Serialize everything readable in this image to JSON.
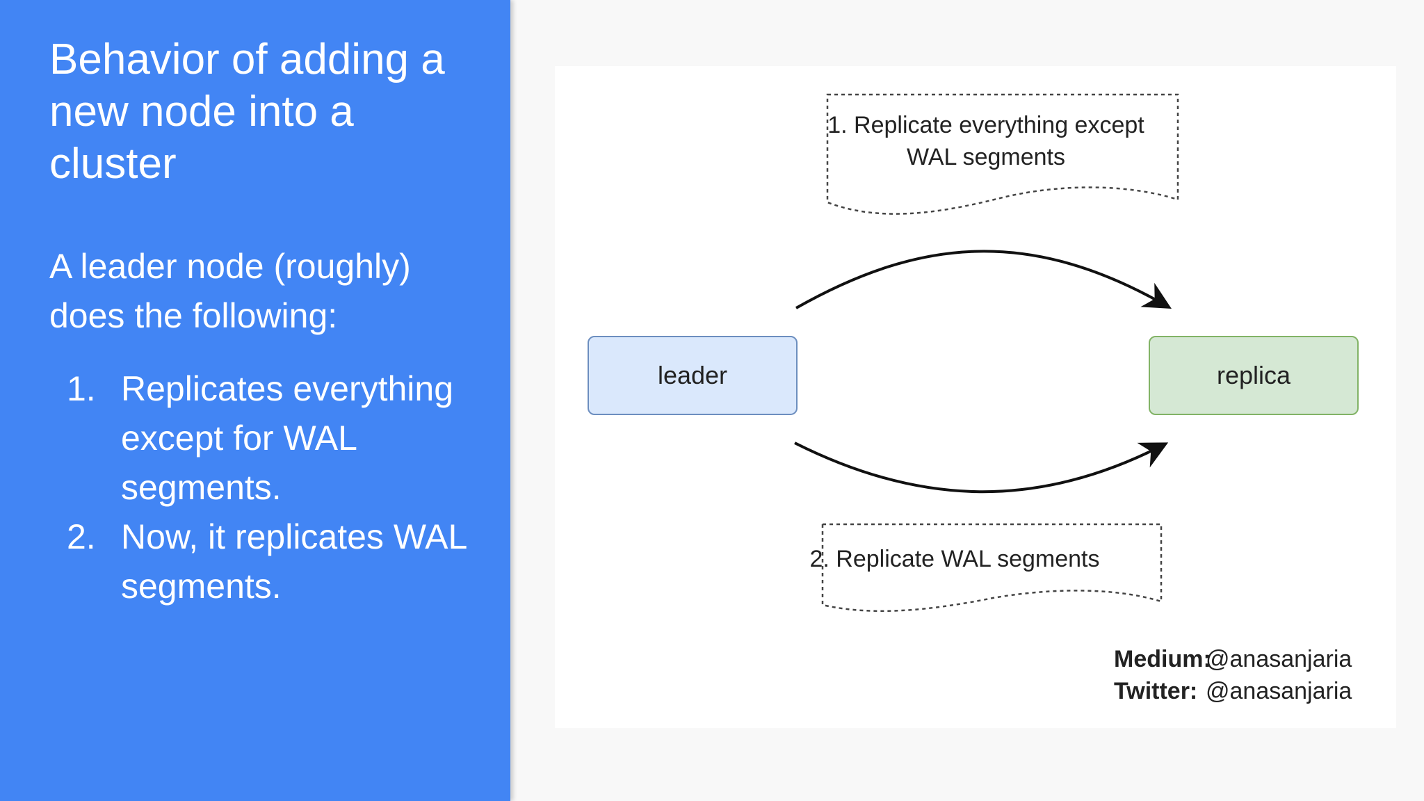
{
  "slide": {
    "title": "Behavior of adding a new node into a cluster",
    "intro": "A leader node (roughly) does the following:",
    "steps": [
      {
        "number": "1.",
        "text": "Replicates everything except for WAL segments."
      },
      {
        "number": "2.",
        "text": "Now, it replicates WAL segments."
      }
    ]
  },
  "diagram": {
    "nodes": {
      "leader": "leader",
      "replica": "replica"
    },
    "notes": {
      "top": "1. Replicate everything except WAL segments",
      "bottom": "2. Replicate WAL segments"
    },
    "credits": {
      "medium_label": "Medium:",
      "medium_handle": "@anasanjaria",
      "twitter_label": "Twitter:",
      "twitter_handle": "@anasanjaria"
    },
    "colors": {
      "panel_blue": "#4285f4",
      "leader_fill": "#dae8fc",
      "leader_stroke": "#6c8ebf",
      "replica_fill": "#d5e8d4",
      "replica_stroke": "#82b366"
    }
  }
}
